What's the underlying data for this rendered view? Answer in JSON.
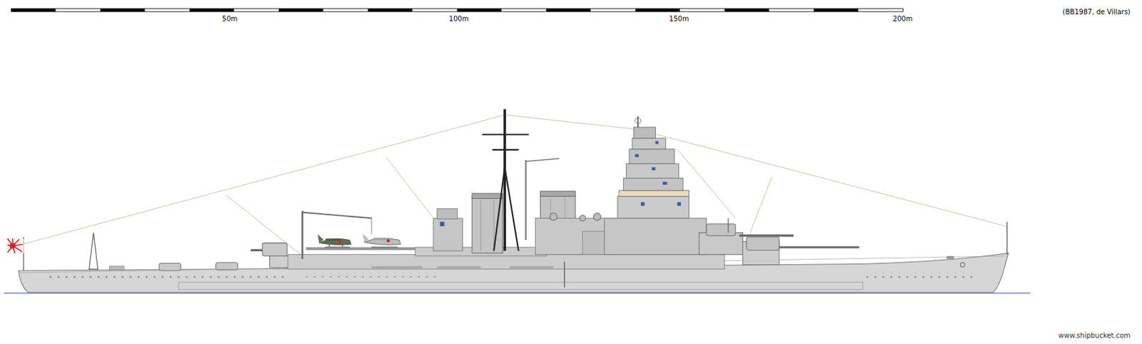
{
  "diagram": {
    "labels": [
      "50m",
      "100m",
      "150m",
      "200m",
      "(BB1987, de Villars)",
      "www.shipbucket.com"
    ]
  }
}
